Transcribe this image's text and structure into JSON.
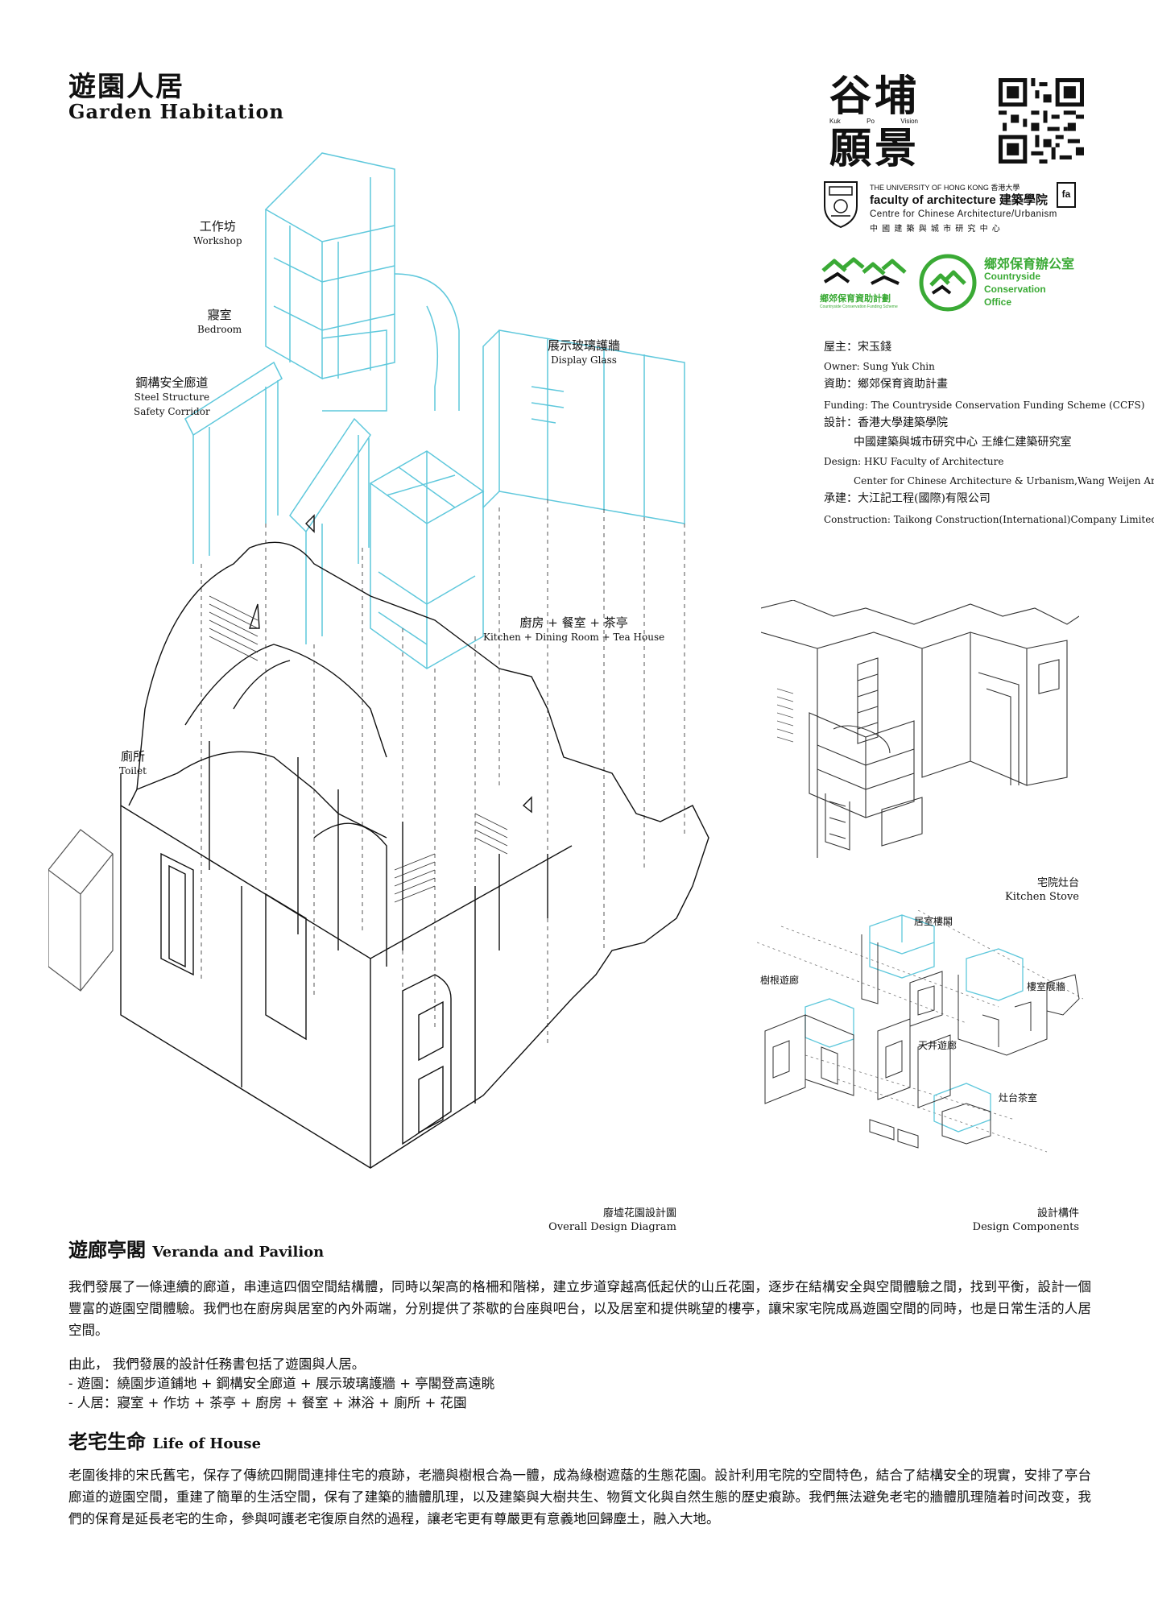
{
  "header": {
    "title_zh": "遊園人居",
    "title_en": "Garden Habitation"
  },
  "logos": {
    "kukpo_line1": "谷埔",
    "kukpo_line2": "願景",
    "kukpo_en": [
      "Kuk",
      "Po",
      "Vision"
    ],
    "hku_line1": "THE UNIVERSITY OF HONG KONG 香港大學",
    "hku_line2": "faculty of architecture 建築學院",
    "hku_line3": "Centre for Chinese Architecture/Urbanism",
    "hku_line4": "中 國 建 築 與 城 市 研 究 中 心",
    "ccfs_zh": "鄉郊保育資助計劃",
    "ccfs_en": "Countryside Conservation Funding Scheme",
    "cco_zh": "鄉郊保育辦公室",
    "cco_en1": "Countryside",
    "cco_en2": "Conservation",
    "cco_en3": "Office"
  },
  "credits": {
    "owner_zh": "屋主：宋玉錢",
    "owner_en": "Owner: Sung Yuk Chin",
    "funding_zh": "資助：鄉郊保育資助計畫",
    "funding_en": "Funding: The Countryside Conservation Funding Scheme (CCFS)",
    "design_zh1": "設計：香港大學建築學院",
    "design_zh2": "中國建築與城市研究中心 王維仁建築研究室",
    "design_en1": "Design: HKU Faculty of Architecture",
    "design_en2": "Center for Chinese Architecture & Urbanism,Wang Weijen Architecture",
    "construction_zh": "承建：大江記工程(國際)有限公司",
    "construction_en": "Construction: Taikong Construction(International)Company Limited"
  },
  "labels": {
    "workshop_zh": "工作坊",
    "workshop_en": "Workshop",
    "bedroom_zh": "寢室",
    "bedroom_en": "Bedroom",
    "display_zh": "展示玻璃護牆",
    "display_en": "Display Glass",
    "corridor_zh": "鋼構安全廊道",
    "corridor_en1": "Steel Structure",
    "corridor_en2": "Safety Corridor",
    "kitchen_zh": "廚房 + 餐室 + 茶亭",
    "kitchen_en": "Kitchen + Dining Room + Tea House",
    "toilet_zh": "廁所",
    "toilet_en": "Toilet",
    "stove_zh": "宅院灶台",
    "stove_en": "Kitchen Stove",
    "comp_bedroom_tower": "居室樓閣",
    "comp_tree_corridor": "樹根遊廊",
    "comp_wall": "樓室展牆",
    "comp_courtyard": "天井遊廊",
    "comp_stove_tea": "灶台茶室",
    "overall_zh": "廢墟花園設計圖",
    "overall_en": "Overall Design Diagram",
    "components_zh": "設計構件",
    "components_en": "Design Components"
  },
  "section1": {
    "title_zh": "遊廊亭閣",
    "title_en": "Veranda and Pavilion",
    "para": "我們發展了一條連續的廊道，串連這四個空間結構體，同時以架高的格柵和階梯，建立步道穿越高低起伏的山丘花園，逐步在結構安全與空間體驗之間，找到平衡，設計一個豐富的遊園空間體驗。我們也在廚房與居室的內外兩端，分別提供了茶歇的台座與吧台，以及居室和提供眺望的樓亭，讓宋家宅院成爲遊園空間的同時，也是日常生活的人居空間。",
    "list_intro": "由此， 我們發展的設計任務書包括了遊園與人居。",
    "list_1": "- 遊園：繞園步道鋪地 + 鋼構安全廊道 + 展示玻璃護牆 + 亭閣登高遠眺",
    "list_2": "- 人居：寢室 + 作坊 + 茶亭 + 廚房 + 餐室 + 淋浴 + 廁所 + 花園"
  },
  "section2": {
    "title_zh": "老宅生命",
    "title_en": "Life of House",
    "para": "老圍後排的宋氏舊宅，保存了傳統四開間連排住宅的痕跡，老牆與樹根合為一體，成為綠樹遮蔭的生態花園。設計利用宅院的空間特色，結合了結構安全的現實，安排了亭台廊道的遊園空間，重建了簡單的生活空間，保有了建築的牆體肌理，以及建築與大樹共生、物質文化與自然生態的歷史痕跡。我們無法避免老宅的牆體肌理隨着时间改变，我們的保育是延長老宅的生命，參與呵護老宅復原自然的過程，讓老宅更有尊嚴更有意義地回歸塵土，融入大地。"
  },
  "colors": {
    "cyan": "#5fc8dc",
    "green": "#3aaa35",
    "ink": "#111111"
  }
}
